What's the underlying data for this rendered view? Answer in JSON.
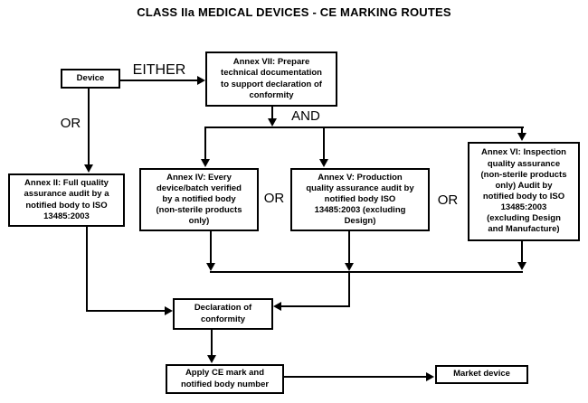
{
  "title": "CLASS IIa MEDICAL DEVICES - CE MARKING ROUTES",
  "nodes": {
    "device": "Device",
    "annex_vii": "Annex VII: Prepare\ntechnical documentation\nto support declaration of\nconformity",
    "annex_ii": "Annex II: Full quality\nassurance audit by a\nnotified body to ISO\n13485:2003",
    "annex_iv": "Annex IV: Every\ndevice/batch verified\nby a notified body\n(non-sterile products\nonly)",
    "annex_v": "Annex V: Production\nquality assurance audit by\nnotified body ISO\n13485:2003 (excluding\nDesign)",
    "annex_vi": "Annex VI: Inspection\nquality assurance\n(non-sterile products\nonly) Audit by\nnotified body to ISO\n13485:2003\n(excluding Design\nand Manufacture)",
    "declaration": "Declaration of\nconformity",
    "apply_ce": "Apply CE mark and\nnotified body number",
    "market": "Market device"
  },
  "labels": {
    "either": "EITHER",
    "or_left": "OR",
    "and": "AND",
    "or_mid": "OR",
    "or_right": "OR"
  },
  "colors": {
    "line": "#000000",
    "box_border": "#000000",
    "box_background": "#ffffff",
    "page_background": "#ffffff",
    "text": "#000000"
  }
}
